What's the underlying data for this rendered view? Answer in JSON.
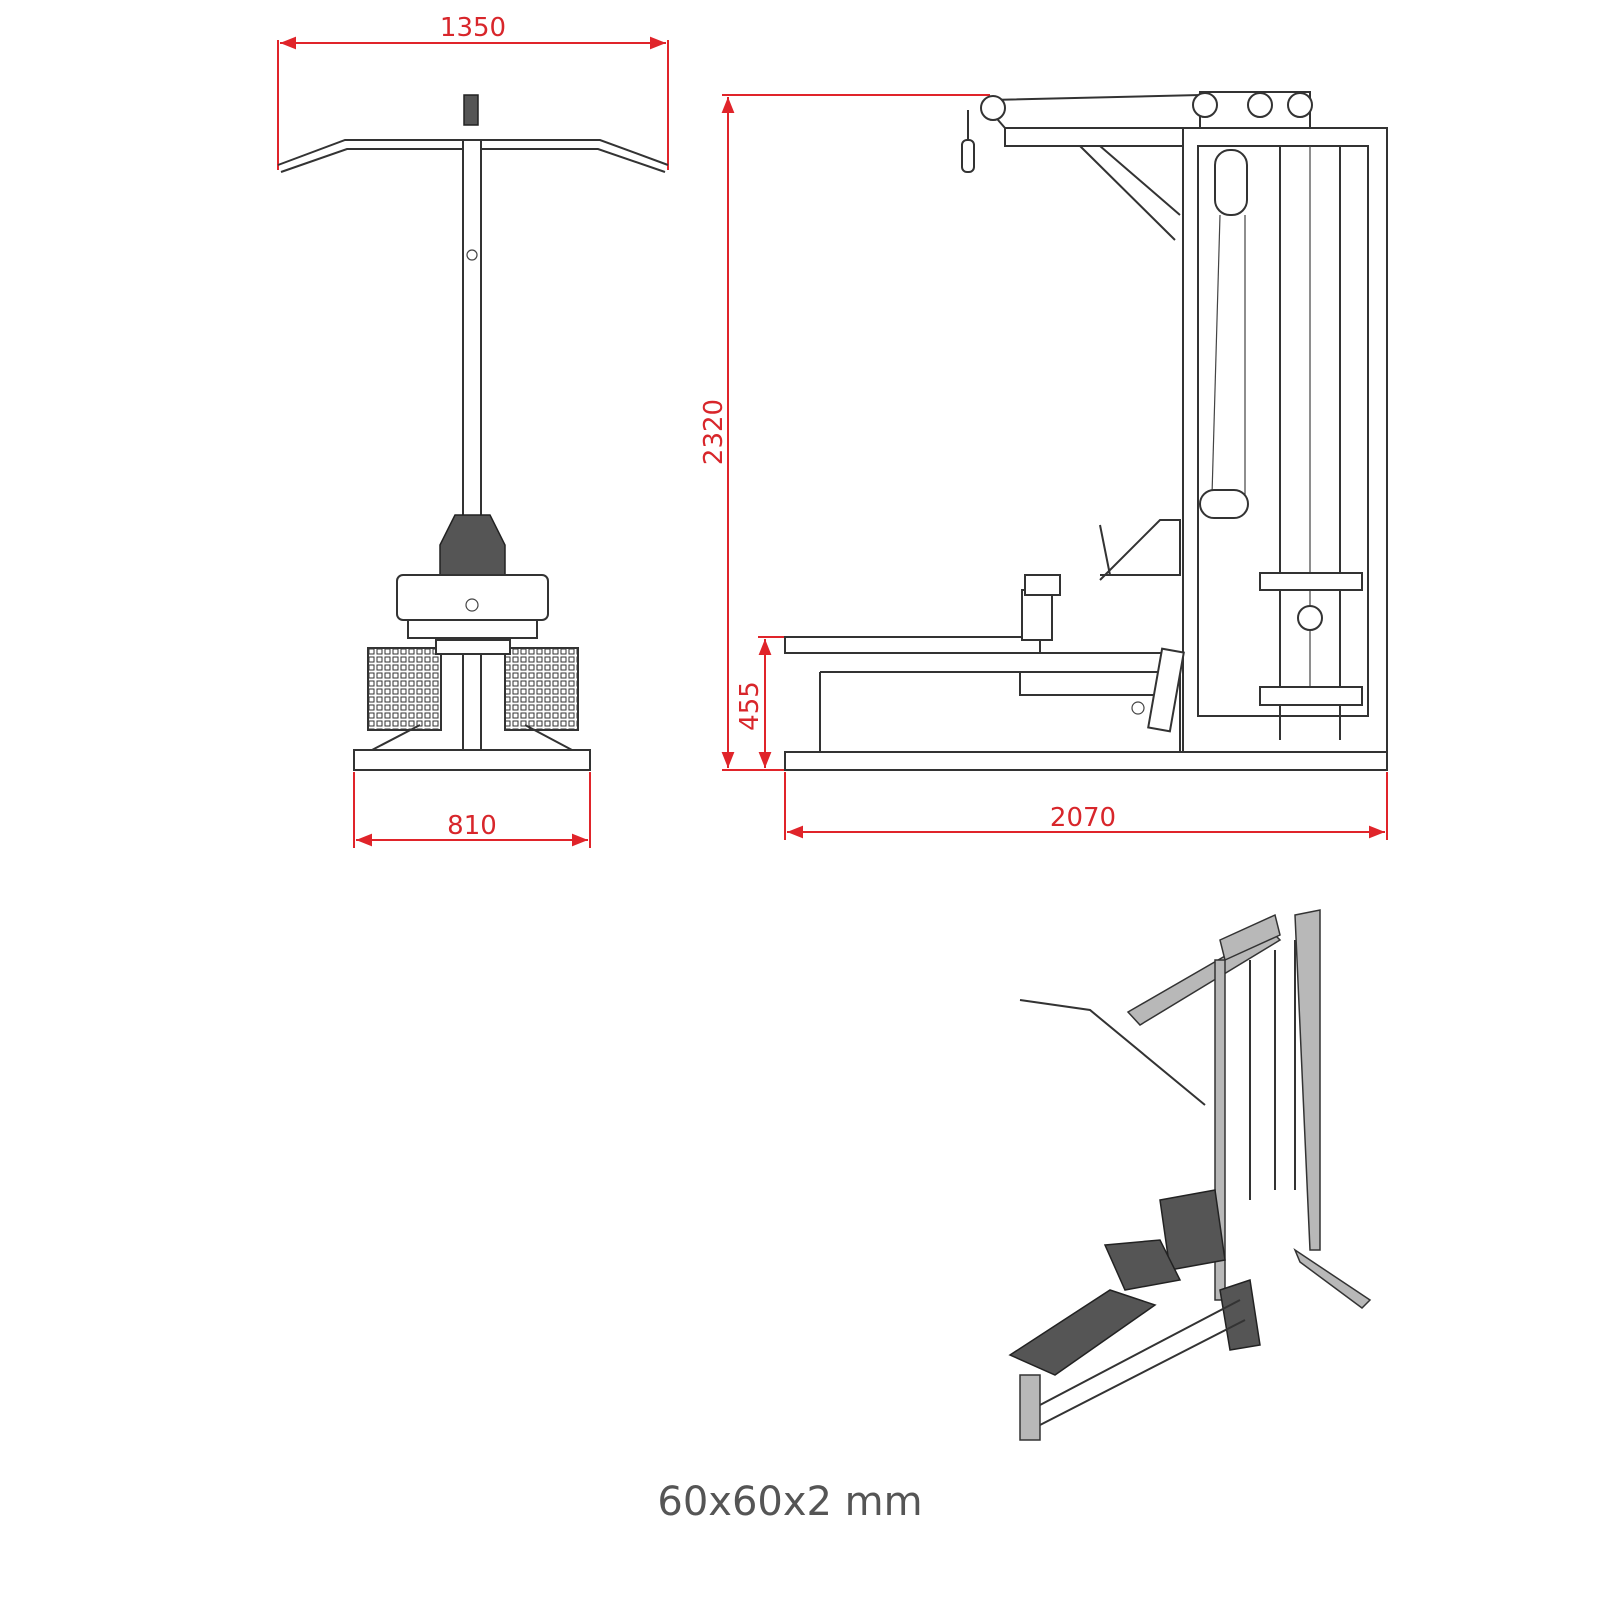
{
  "dimensions": {
    "front_width_top": "1350",
    "front_width_base": "810",
    "side_height": "2320",
    "side_seat_height": "455",
    "side_length": "2070"
  },
  "caption": "60x60x2 mm",
  "colors": {
    "dimension_lines": "#e0242a",
    "drawing_lines": "#333333",
    "caption": "#555555"
  }
}
